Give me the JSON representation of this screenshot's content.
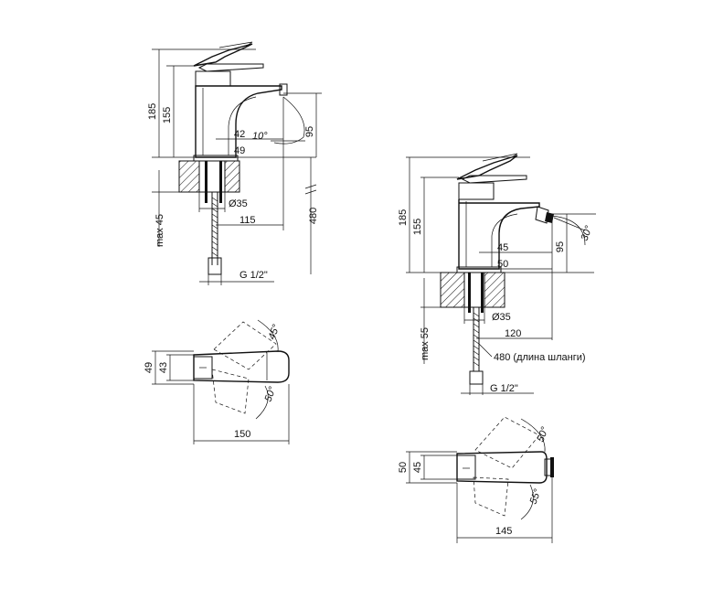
{
  "mixer_basin": {
    "side_view": {
      "dim_total_height": "185",
      "dim_body_height": "155",
      "dim_spout_reach": "42",
      "dim_spout_angle": "10°",
      "dim_spout_height": "95",
      "dim_base_width": "49",
      "dim_mount_hole": "Ø35",
      "dim_max_thickness": "max 45",
      "dim_hose_offset": "115",
      "dim_hose_length": "480",
      "dim_thread": "G 1/2\""
    },
    "top_view": {
      "dim_depth_outer": "49",
      "dim_depth_inner": "43",
      "dim_length": "150",
      "dim_angle_back": "45°",
      "dim_angle_front": "50°"
    }
  },
  "mixer_bidet": {
    "side_view": {
      "dim_total_height": "185",
      "dim_body_height": "155",
      "dim_spout_reach": "45",
      "dim_base_width": "50",
      "dim_spout_height": "95",
      "dim_aerator_angle": "30°",
      "dim_mount_hole": "Ø35",
      "dim_max_thickness": "max 55",
      "dim_hose_offset": "120",
      "dim_hose_note": "480 (длина шланги)",
      "dim_thread": "G 1/2\""
    },
    "top_view": {
      "dim_depth_outer": "50",
      "dim_depth_inner": "45",
      "dim_length": "145",
      "dim_angle_back": "50°",
      "dim_angle_front": "55°"
    }
  }
}
